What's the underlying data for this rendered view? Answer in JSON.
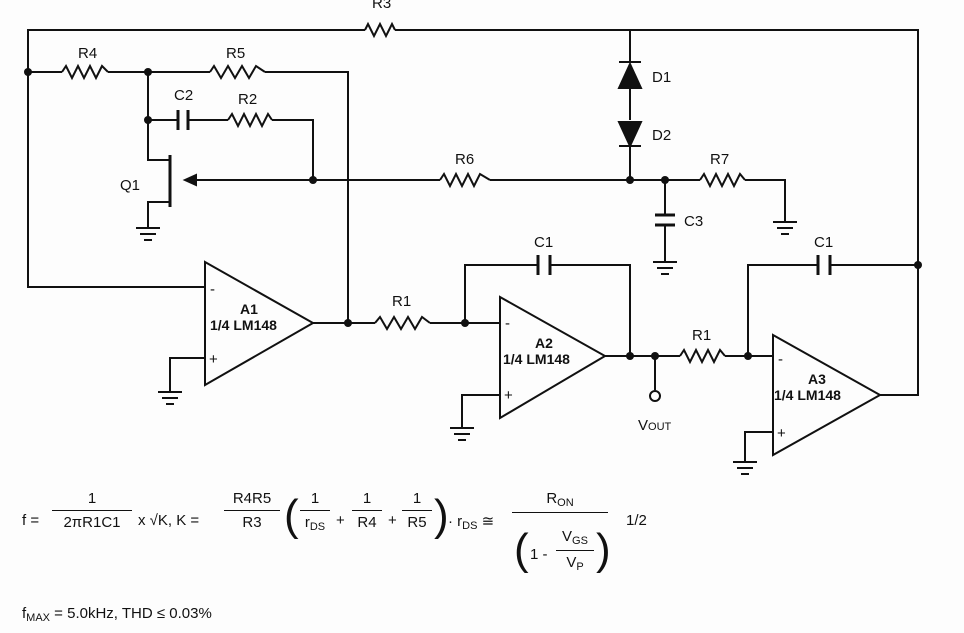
{
  "components": {
    "R1a": "R1",
    "R1b": "R1",
    "R2": "R2",
    "R3": "R3",
    "R4": "R4",
    "R5": "R5",
    "R6": "R6",
    "R7": "R7",
    "C1a": "C1",
    "C1b": "C1",
    "C2": "C2",
    "C3": "C3",
    "D1": "D1",
    "D2": "D2",
    "Q1": "Q1",
    "A1": "A1",
    "A2": "A2",
    "A3": "A3",
    "opamp": "1/4 LM148",
    "minus": "-",
    "plus": "+",
    "vout": "V",
    "vout_sub": "OUT"
  },
  "formula": {
    "f": "f =",
    "f_num": "1",
    "f_den": "2πR1C1",
    "sqrt": "x √K, K =",
    "k_num": "R4R5",
    "k_den": "R3",
    "t1_num": "1",
    "t1_den": "r",
    "t1_sub": "DS",
    "t2_num": "1",
    "t2_den": "R4",
    "t3_num": "1",
    "t3_den": "R5",
    "rds": "· r",
    "rds_sub": "DS",
    "approx": "≅",
    "ron": "R",
    "ron_sub": "ON",
    "one_minus": "1 -",
    "vgs": "V",
    "vgs_sub": "GS",
    "vp": "V",
    "vp_sub": "P",
    "half": "1/2"
  },
  "spec": {
    "f": "f",
    "f_sub": "MAX",
    "rest": " = 5.0kHz, THD ≤ 0.03%"
  }
}
